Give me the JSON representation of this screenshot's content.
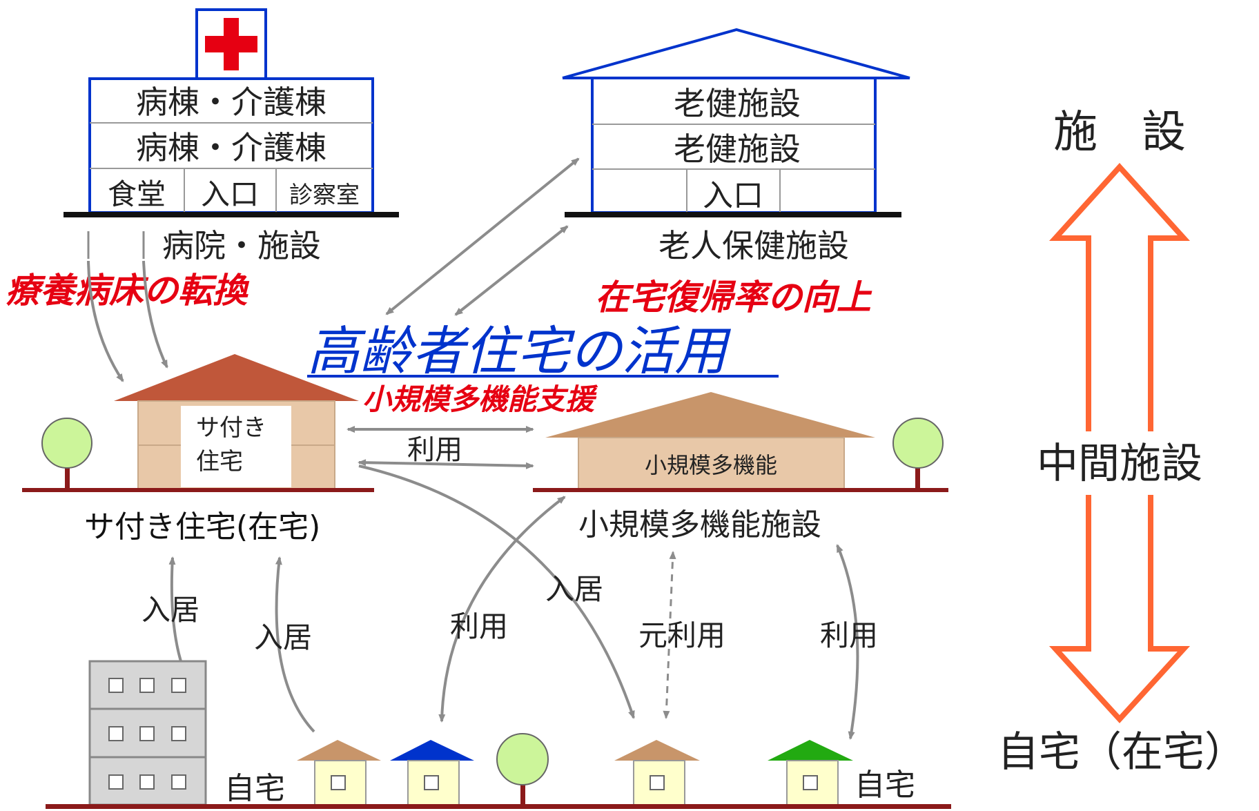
{
  "hospital": {
    "row1": "病棟・介護棟",
    "row2": "病棟・介護棟",
    "room_dining": "食堂",
    "room_entrance": "入口",
    "room_exam": "診察室",
    "caption": "病院・施設",
    "red_note": "療養病床の転換"
  },
  "roken": {
    "row1": "老健施設",
    "row2": "老健施設",
    "room_entrance": "入口",
    "caption": "老人保健施設",
    "red_note": "在宅復帰率の向上"
  },
  "center": {
    "headline": "高齢者住宅の活用",
    "subline": "小規模多機能支援",
    "link_label": "利用"
  },
  "sakoju": {
    "sign_line1": "サ付き",
    "sign_line2": "住宅",
    "caption": "サ付き住宅(在宅)"
  },
  "shokibo": {
    "sign": "小規模多機能",
    "caption": "小規模多機能施設"
  },
  "bottom": {
    "label_move_in_left": "入居",
    "label_move_in_mid": "入居",
    "label_use_left": "利用",
    "label_move_in_right": "入居",
    "label_former_use": "元利用",
    "label_use_right": "利用",
    "home_left": "自宅",
    "home_right": "自宅"
  },
  "scale": {
    "top": "施　設",
    "middle": "中間施設",
    "bottom": "自宅（在宅）",
    "arrow_color": "#ff6633"
  },
  "colors": {
    "red": "#e60012",
    "blue": "#0033cc",
    "gray_arrow": "#8c8c8c",
    "ground": "#8b1a1a",
    "roof_brown": "#c0573a",
    "roof_tan": "#c8956a",
    "wall_beige": "#e8c8a8",
    "house_yellow": "#ffffcc"
  }
}
